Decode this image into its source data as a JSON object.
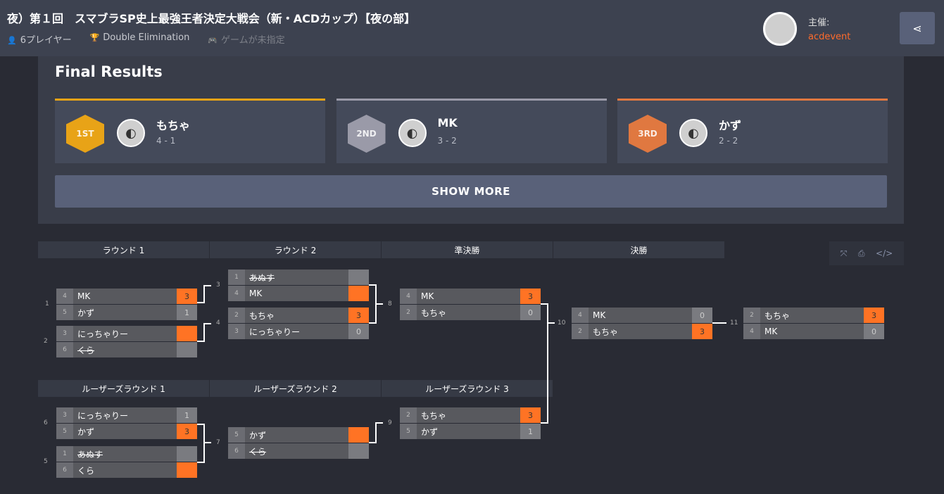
{
  "header": {
    "title": "夜）第１回　スマブラSP史上最強王者決定大戦会（新・ACDカップ）【夜の部】",
    "players": "6プレイヤー",
    "format": "Double Elimination",
    "game": "ゲームが未指定",
    "host_label": "主催:",
    "host_name": "acdevent"
  },
  "final_results": {
    "title": "Final Results",
    "show_more": "SHOW MORE",
    "places": [
      {
        "medal": "1ST",
        "name": "もちゃ",
        "record": "4 - 1",
        "color": "#e8a317"
      },
      {
        "medal": "2ND",
        "name": "MK",
        "record": "3 - 2",
        "color": "#9a9aa8"
      },
      {
        "medal": "3RD",
        "name": "かず",
        "record": "2 - 2",
        "color": "#e07840"
      }
    ]
  },
  "colors": {
    "accent": "#ff7324"
  },
  "rounds": {
    "winners": [
      "ラウンド 1",
      "ラウンド 2",
      "準決勝",
      "決勝"
    ],
    "losers": [
      "ルーザーズラウンド 1",
      "ルーザーズラウンド 2",
      "ルーザーズラウンド 3"
    ]
  },
  "matches": [
    {
      "id": "1",
      "players": [
        {
          "seed": "4",
          "name": "MK",
          "score": "3",
          "win": true
        },
        {
          "seed": "5",
          "name": "かず",
          "score": "1"
        }
      ]
    },
    {
      "id": "2",
      "players": [
        {
          "seed": "3",
          "name": "にっちゃりー",
          "score": "",
          "win": true
        },
        {
          "seed": "6",
          "name": "くら",
          "score": "",
          "out": true
        }
      ]
    },
    {
      "id": "3",
      "players": [
        {
          "seed": "1",
          "name": "あぬす",
          "score": "",
          "out": true
        },
        {
          "seed": "4",
          "name": "MK",
          "score": "",
          "win": true
        }
      ]
    },
    {
      "id": "4",
      "players": [
        {
          "seed": "2",
          "name": "もちゃ",
          "score": "3",
          "win": true
        },
        {
          "seed": "3",
          "name": "にっちゃりー",
          "score": "0"
        }
      ]
    },
    {
      "id": "8",
      "players": [
        {
          "seed": "4",
          "name": "MK",
          "score": "3",
          "win": true
        },
        {
          "seed": "2",
          "name": "もちゃ",
          "score": "0"
        }
      ]
    },
    {
      "id": "10",
      "players": [
        {
          "seed": "4",
          "name": "MK",
          "score": "0"
        },
        {
          "seed": "2",
          "name": "もちゃ",
          "score": "3",
          "win": true
        }
      ]
    },
    {
      "id": "11",
      "players": [
        {
          "seed": "2",
          "name": "もちゃ",
          "score": "3",
          "win": true
        },
        {
          "seed": "4",
          "name": "MK",
          "score": "0"
        }
      ]
    },
    {
      "id": "6",
      "players": [
        {
          "seed": "3",
          "name": "にっちゃりー",
          "score": "1"
        },
        {
          "seed": "5",
          "name": "かず",
          "score": "3",
          "win": true
        }
      ]
    },
    {
      "id": "5",
      "players": [
        {
          "seed": "1",
          "name": "あぬす",
          "score": "",
          "out": true
        },
        {
          "seed": "6",
          "name": "くら",
          "score": "",
          "win": true
        }
      ]
    },
    {
      "id": "7",
      "players": [
        {
          "seed": "5",
          "name": "かず",
          "score": "",
          "win": true
        },
        {
          "seed": "6",
          "name": "くら",
          "score": "",
          "out": true
        }
      ]
    },
    {
      "id": "9",
      "players": [
        {
          "seed": "2",
          "name": "もちゃ",
          "score": "3",
          "win": true
        },
        {
          "seed": "5",
          "name": "かず",
          "score": "1"
        }
      ]
    }
  ]
}
